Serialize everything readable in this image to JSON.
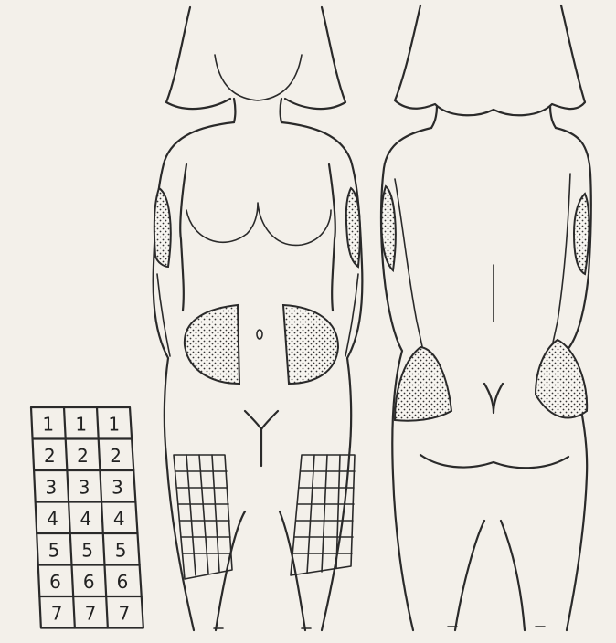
{
  "chart_panel": {
    "rows": [
      [
        "1",
        "1",
        "1"
      ],
      [
        "2",
        "2",
        "2"
      ],
      [
        "3",
        "3",
        "3"
      ],
      [
        "4",
        "4",
        "4"
      ],
      [
        "5",
        "5",
        "5"
      ],
      [
        "6",
        "6",
        "6"
      ],
      [
        "7",
        "7",
        "7"
      ]
    ]
  },
  "views": [
    "front",
    "back"
  ],
  "colors": {
    "background": "#f3f0ea",
    "ink": "#2a2a2a"
  }
}
